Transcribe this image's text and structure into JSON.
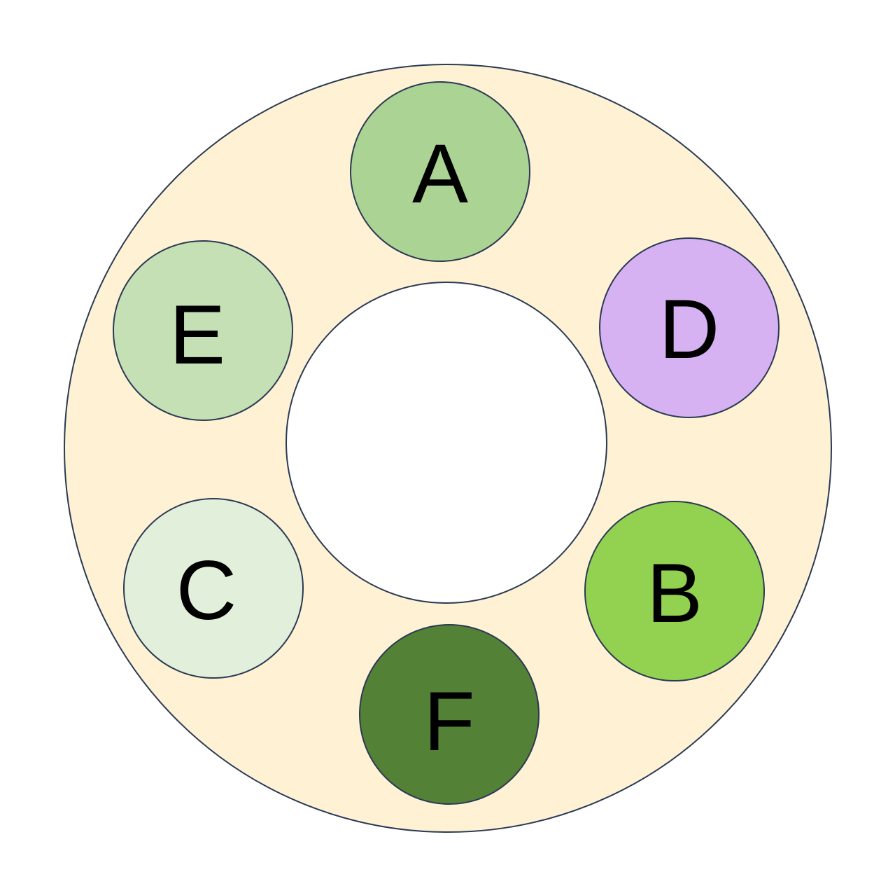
{
  "diagram": {
    "ring": {
      "fill": "#fff2d4",
      "stroke": "#2b3a55"
    },
    "center": {
      "fill": "#ffffff",
      "stroke": "#2b3a55"
    },
    "nodes": [
      {
        "id": "a",
        "label": "A",
        "color": "#aad394"
      },
      {
        "id": "d",
        "label": "D",
        "color": "#d6b2f2"
      },
      {
        "id": "b",
        "label": "B",
        "color": "#93d150"
      },
      {
        "id": "f",
        "label": "F",
        "color": "#538135"
      },
      {
        "id": "c",
        "label": "C",
        "color": "#e2efda"
      },
      {
        "id": "e",
        "label": "E",
        "color": "#c5e0b5"
      }
    ]
  }
}
